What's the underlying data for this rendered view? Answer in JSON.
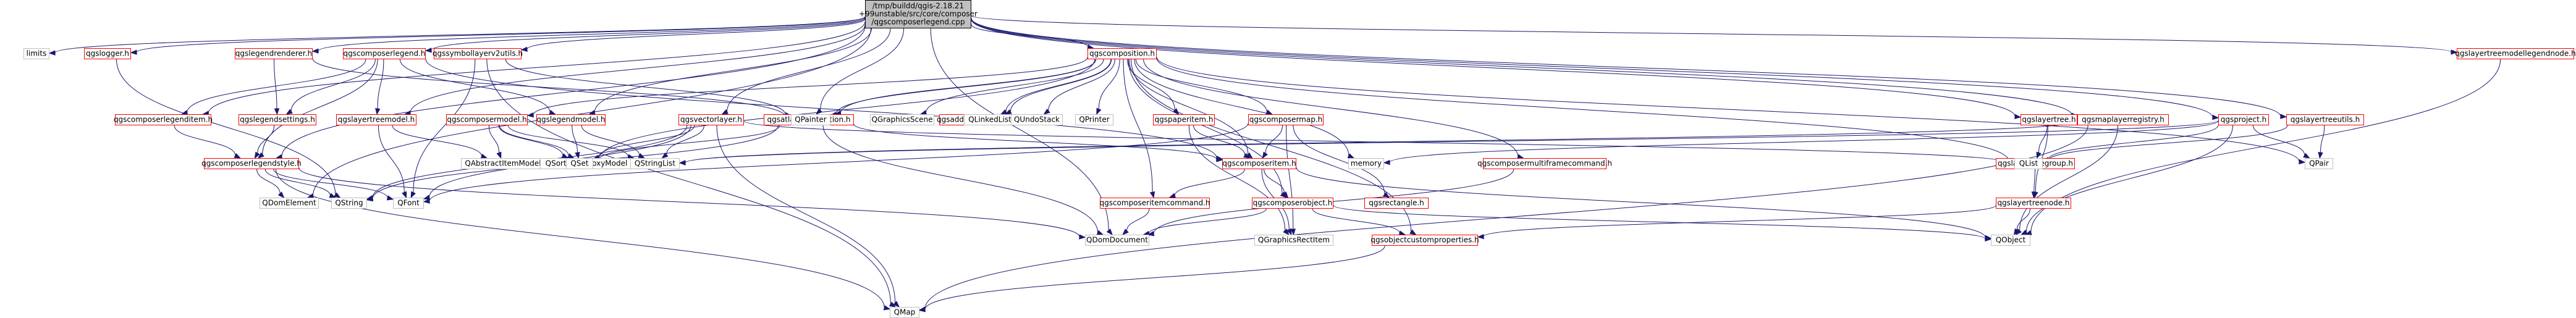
{
  "colors": {
    "edge": "#191970",
    "root_fill": "#bfbfbf",
    "root_border": "#000000",
    "documented_border": "#ff0000",
    "external_border": "#bfbfbf",
    "text": "#000000"
  },
  "graph": {
    "root": "/tmp/buildd/qgis-2.18.21\n+99unstable/src/core/composer\n/qgscomposerlegend.cpp",
    "nodes": {
      "root": {
        "label": "/tmp/buildd/qgis-2.18.21\n+99unstable/src/core/composer\n/qgscomposerlegend.cpp",
        "kind": "root"
      },
      "limits": {
        "label": "limits",
        "kind": "external"
      },
      "qgslogger": {
        "label": "qgslogger.h",
        "kind": "documented"
      },
      "qgslegendrenderer": {
        "label": "qgslegendrenderer.h",
        "kind": "documented"
      },
      "qgscomposerlegend": {
        "label": "qgscomposerlegend.h",
        "kind": "documented"
      },
      "qgssymbollayerv2utils": {
        "label": "qgssymbollayerv2utils.h",
        "kind": "documented"
      },
      "qgscomposition": {
        "label": "qgscomposition.h",
        "kind": "documented"
      },
      "qgslayertree": {
        "label": "qgslayertree.h",
        "kind": "documented"
      },
      "qgsmaplayerregistry": {
        "label": "qgsmaplayerregistry.h",
        "kind": "documented"
      },
      "qgsproject": {
        "label": "qgsproject.h",
        "kind": "documented"
      },
      "qgslayertreeutils": {
        "label": "qgslayertreeutils.h",
        "kind": "documented"
      },
      "qgslayertreemodellegendnode": {
        "label": "qgslayertreemodellegendnode.h",
        "kind": "documented"
      },
      "qgscomposerlegenditem": {
        "label": "qgscomposerlegenditem.h",
        "kind": "documented"
      },
      "qgslegendsettings": {
        "label": "qgslegendsettings.h",
        "kind": "documented"
      },
      "qgslayertreemodel": {
        "label": "qgslayertreemodel.h",
        "kind": "documented"
      },
      "qgscomposermodel": {
        "label": "qgscomposermodel.h",
        "kind": "documented"
      },
      "qgslegendmodel": {
        "label": "qgslegendmodel.h",
        "kind": "documented"
      },
      "qgsvectorlayer": {
        "label": "qgsvectorlayer.h",
        "kind": "documented"
      },
      "qgsatlascomposition": {
        "label": "qgsatlascomposition.h",
        "kind": "documented"
      },
      "qgscomposerlegendstyle": {
        "label": "qgscomposerlegendstyle.h",
        "kind": "documented"
      },
      "qgscomposeritem": {
        "label": "qgscomposeritem.h",
        "kind": "documented"
      },
      "qgspaperitem": {
        "label": "qgspaperitem.h",
        "kind": "documented"
      },
      "qgscomposermap": {
        "label": "qgscomposermap.h",
        "kind": "documented"
      },
      "qgsaddremoveitemcommand": {
        "label": "qgsaddremoveitemcommand.h",
        "kind": "documented"
      },
      "qgscomposeritemcommand": {
        "label": "qgscomposeritemcommand.h",
        "kind": "documented"
      },
      "qgscomposerobject": {
        "label": "qgscomposerobject.h",
        "kind": "documented"
      },
      "qgscomposermultiframecommand": {
        "label": "qgscomposermultiframecommand.h",
        "kind": "documented"
      },
      "qgsrectangle": {
        "label": "qgsrectangle.h",
        "kind": "documented"
      },
      "qgsobjectcustomproperties": {
        "label": "qgsobjectcustomproperties.h",
        "kind": "documented"
      },
      "qgslayertreegroup": {
        "label": "qgslayertreegroup.h",
        "kind": "documented"
      },
      "qgslayertreenode": {
        "label": "qgslayertreenode.h",
        "kind": "documented"
      },
      "QPainter": {
        "label": "QPainter",
        "kind": "external"
      },
      "QGraphicsScene": {
        "label": "QGraphicsScene",
        "kind": "external"
      },
      "QLinkedList": {
        "label": "QLinkedList",
        "kind": "external"
      },
      "QUndoStack": {
        "label": "QUndoStack",
        "kind": "external"
      },
      "QPrinter": {
        "label": "QPrinter",
        "kind": "external"
      },
      "memory": {
        "label": "memory",
        "kind": "external"
      },
      "QList": {
        "label": "QList",
        "kind": "external"
      },
      "QPair": {
        "label": "QPair",
        "kind": "external"
      },
      "QAbstractItemModel": {
        "label": "QAbstractItemModel",
        "kind": "external"
      },
      "QSortFilterProxyModel": {
        "label": "QSortFilterProxyModel",
        "kind": "external"
      },
      "QSet": {
        "label": "QSet",
        "kind": "external"
      },
      "QStringList": {
        "label": "QStringList",
        "kind": "external"
      },
      "QGraphicsRectItem": {
        "label": "QGraphicsRectItem",
        "kind": "external"
      },
      "QDomElement": {
        "label": "QDomElement",
        "kind": "external"
      },
      "QString": {
        "label": "QString",
        "kind": "external"
      },
      "QFont": {
        "label": "QFont",
        "kind": "external"
      },
      "QDomDocument": {
        "label": "QDomDocument",
        "kind": "external"
      },
      "QMap": {
        "label": "QMap",
        "kind": "external"
      },
      "QObject": {
        "label": "QObject",
        "kind": "external"
      }
    },
    "edges": [
      [
        "root",
        "limits"
      ],
      [
        "root",
        "qgslogger"
      ],
      [
        "root",
        "qgslegendrenderer"
      ],
      [
        "root",
        "qgscomposerlegend"
      ],
      [
        "root",
        "qgssymbollayerv2utils"
      ],
      [
        "root",
        "qgscomposition"
      ],
      [
        "root",
        "qgslayertree"
      ],
      [
        "root",
        "qgsmaplayerregistry"
      ],
      [
        "root",
        "qgsproject"
      ],
      [
        "root",
        "qgslayertreeutils"
      ],
      [
        "root",
        "qgslayertreemodellegendnode"
      ],
      [
        "root",
        "qgscomposerlegenditem"
      ],
      [
        "root",
        "qgscomposerlegendstyle"
      ],
      [
        "root",
        "QPainter"
      ],
      [
        "root",
        "qgsvectorlayer"
      ],
      [
        "root",
        "QDomElement"
      ],
      [
        "root",
        "QDomDocument"
      ],
      [
        "root",
        "qgslegendmodel"
      ],
      [
        "root",
        "qgslayertreemodel"
      ],
      [
        "qgslogger",
        "QString"
      ],
      [
        "qgslegendrenderer",
        "qgslegendsettings"
      ],
      [
        "qgslegendrenderer",
        "QPainter"
      ],
      [
        "qgscomposerlegend",
        "qgscomposerlegenditem"
      ],
      [
        "qgscomposerlegend",
        "qgslegendsettings"
      ],
      [
        "qgscomposerlegend",
        "qgslayertreemodel"
      ],
      [
        "qgscomposerlegend",
        "qgslegendmodel"
      ],
      [
        "qgscomposerlegend",
        "qgscomposerlegendstyle"
      ],
      [
        "qgscomposerlegend",
        "qgscomposeritem"
      ],
      [
        "qgssymbollayerv2utils",
        "QFont"
      ],
      [
        "qgssymbollayerv2utils",
        "QPainter"
      ],
      [
        "qgssymbollayerv2utils",
        "QMap"
      ],
      [
        "qgscomposition",
        "QPainter"
      ],
      [
        "qgscomposition",
        "QGraphicsScene"
      ],
      [
        "qgscomposition",
        "QLinkedList"
      ],
      [
        "qgscomposition",
        "QUndoStack"
      ],
      [
        "qgscomposition",
        "QPrinter"
      ],
      [
        "qgscomposition",
        "qgsaddremoveitemcommand"
      ],
      [
        "qgscomposition",
        "qgspaperitem"
      ],
      [
        "qgscomposition",
        "qgscomposermap"
      ],
      [
        "qgscomposition",
        "memory"
      ],
      [
        "qgscomposition",
        "QList"
      ],
      [
        "qgscomposition",
        "QPair"
      ],
      [
        "qgscomposition",
        "QSet"
      ],
      [
        "qgscomposition",
        "qgscomposermodel"
      ],
      [
        "qgscomposition",
        "qgsatlascomposition"
      ],
      [
        "qgscomposition",
        "qgscomposeritem"
      ],
      [
        "qgscomposition",
        "qgscomposeritemcommand"
      ],
      [
        "qgscomposition",
        "qgscomposerobject"
      ],
      [
        "qgscomposition",
        "qgscomposermultiframecommand"
      ],
      [
        "qgscomposition",
        "qgsobjectcustomproperties"
      ],
      [
        "qgslayertree",
        "qgslayertreegroup"
      ],
      [
        "qgslayertree",
        "qgslayertreenode"
      ],
      [
        "qgsmaplayerregistry",
        "QStringList"
      ],
      [
        "qgsmaplayerregistry",
        "QObject"
      ],
      [
        "qgsmaplayerregistry",
        "QMap"
      ],
      [
        "qgsproject",
        "memory"
      ],
      [
        "qgsproject",
        "QList"
      ],
      [
        "qgsproject",
        "QPair"
      ],
      [
        "qgsproject",
        "QObject"
      ],
      [
        "qgsproject",
        "QStringList"
      ],
      [
        "qgslayertreeutils",
        "QList"
      ],
      [
        "qgslayertreeutils",
        "QPair"
      ],
      [
        "qgslayertreemodellegendnode",
        "QObject"
      ],
      [
        "qgscomposerlegenditem",
        "qgscomposerlegendstyle"
      ],
      [
        "qgslegendsettings",
        "qgscomposerlegendstyle"
      ],
      [
        "qgslayertreemodel",
        "QAbstractItemModel"
      ],
      [
        "qgslayertreemodel",
        "QFont"
      ],
      [
        "qgscomposermodel",
        "QAbstractItemModel"
      ],
      [
        "qgscomposermodel",
        "QSortFilterProxyModel"
      ],
      [
        "qgscomposermodel",
        "QStringList"
      ],
      [
        "qgscomposermodel",
        "QSet"
      ],
      [
        "qgslegendmodel",
        "QStringList"
      ],
      [
        "qgslegendmodel",
        "QSet"
      ],
      [
        "qgsvectorlayer",
        "QString"
      ],
      [
        "qgsvectorlayer",
        "QStringList"
      ],
      [
        "qgsvectorlayer",
        "QFont"
      ],
      [
        "qgsvectorlayer",
        "QSet"
      ],
      [
        "qgsvectorlayer",
        "QList"
      ],
      [
        "qgsvectorlayer",
        "QMap"
      ],
      [
        "qgsatlascomposition",
        "qgscomposeritem"
      ],
      [
        "qgsatlascomposition",
        "QString"
      ],
      [
        "qgsatlascomposition",
        "QDomDocument"
      ],
      [
        "qgsatlascomposition",
        "QSet"
      ],
      [
        "qgscomposerlegendstyle",
        "QFont"
      ],
      [
        "qgscomposerlegendstyle",
        "QMap"
      ],
      [
        "qgscomposerlegendstyle",
        "QString"
      ],
      [
        "qgscomposerlegendstyle",
        "QDomElement"
      ],
      [
        "qgscomposerlegendstyle",
        "QDomDocument"
      ],
      [
        "qgscomposeritem",
        "qgscomposeritemcommand"
      ],
      [
        "qgscomposeritem",
        "qgscomposerobject"
      ],
      [
        "qgscomposeritem",
        "QGraphicsRectItem"
      ],
      [
        "qgscomposeritem",
        "QObject"
      ],
      [
        "qgspaperitem",
        "qgscomposeritem"
      ],
      [
        "qgspaperitem",
        "QGraphicsRectItem"
      ],
      [
        "qgscomposermap",
        "qgscomposeritem"
      ],
      [
        "qgscomposermap",
        "qgsrectangle"
      ],
      [
        "qgscomposermap",
        "QFont"
      ],
      [
        "qgscomposermap",
        "QGraphicsRectItem"
      ],
      [
        "qgscomposeritemcommand",
        "QDomDocument"
      ],
      [
        "qgscomposerobject",
        "qgsobjectcustomproperties"
      ],
      [
        "qgscomposerobject",
        "QObject"
      ],
      [
        "qgscomposerobject",
        "QDomDocument"
      ],
      [
        "qgscomposermultiframecommand",
        "QDomDocument"
      ],
      [
        "qgsobjectcustomproperties",
        "QMap"
      ],
      [
        "qgslayertreegroup",
        "qgslayertreenode"
      ],
      [
        "qgslayertreenode",
        "QObject"
      ],
      [
        "qgslayertreenode",
        "qgsobjectcustomproperties"
      ]
    ]
  }
}
